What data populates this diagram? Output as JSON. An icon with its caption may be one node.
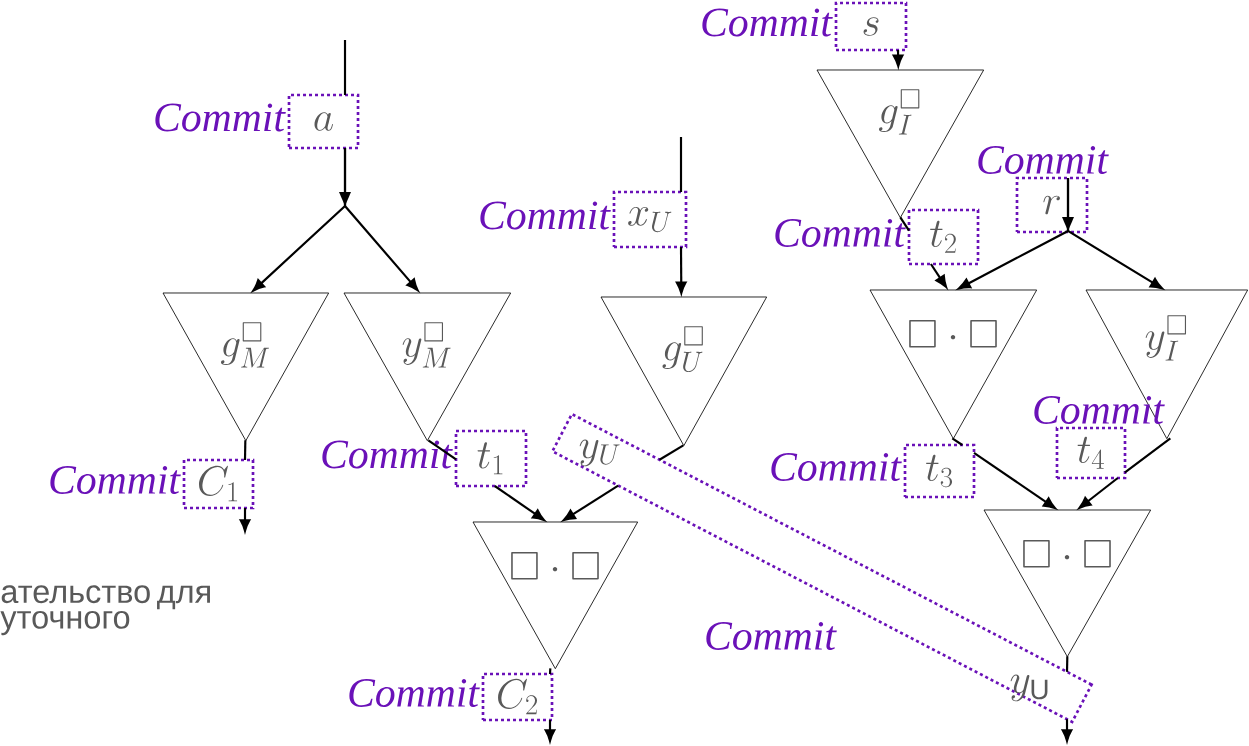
{
  "diagram": {
    "nodes": [
      {
        "text": [
          "a"
        ],
        "beside": [
          "Commit"
        ]
      },
      {
        "text": [
          "s"
        ],
        "beside": [
          "Commit"
        ]
      },
      {
        "text": [
          "g^{\\square}_{I}"
        ]
      },
      {
        "text": [
          "r"
        ],
        "beside": [
          "Commit"
        ]
      },
      {
        "text": [
          "x_{U}"
        ],
        "beside": [
          "Commit"
        ]
      },
      {
        "text": [
          "t_{2}"
        ],
        "beside": [
          "Commit"
        ]
      },
      {
        "text": [
          "g^{\\square}_{M}"
        ]
      },
      {
        "text": [
          "y^{\\square}_{M}"
        ]
      },
      {
        "text": [
          "g^{\\square}_{U}"
        ]
      },
      {
        "text": [
          "\\square\\cdot\\square"
        ]
      },
      {
        "text": [
          "y^{\\square}_{I}"
        ]
      },
      {
        "text": [
          "y_{U}",
          "y_{\\mathrm{U}}"
        ],
        "beside": [
          "Commit"
        ]
      },
      {
        "text": [
          "t_{1}"
        ],
        "beside": [
          "Commit"
        ]
      },
      {
        "text": [
          "t_{3}"
        ],
        "beside": [
          "Commit"
        ]
      },
      {
        "text": [
          "t_{4}"
        ],
        "beside": [
          "Commit"
        ]
      },
      {
        "text": [
          "C_{1}"
        ],
        "beside": [
          "Commit"
        ]
      },
      {
        "text": [
          "\\square\\cdot\\square"
        ]
      },
      {
        "text": [
          "\\square\\cdot\\square"
        ]
      },
      {
        "text": [
          "C_{2}"
        ],
        "beside": [
          "Commit"
        ]
      }
    ],
    "edges": [
      {
        "from": null,
        "to": 0,
        "arrow": "none"
      },
      {
        "from": 0,
        "to": 6,
        "arrow": "to"
      },
      {
        "from": 0,
        "to": 7,
        "arrow": "to"
      },
      {
        "from": null,
        "to": 4,
        "arrow": "none"
      },
      {
        "from": 4,
        "to": 8,
        "arrow": "to"
      },
      {
        "from": 1,
        "to": 2,
        "arrow": "to"
      },
      {
        "from": 3,
        "to": 9,
        "arrow": "to"
      },
      {
        "from": 3,
        "to": 10,
        "arrow": "to"
      },
      {
        "from": 2,
        "to": 5,
        "arrow": "none"
      },
      {
        "from": 5,
        "to": 9,
        "arrow": "to"
      },
      {
        "from": 7,
        "to": 12,
        "arrow": "none"
      },
      {
        "from": 12,
        "to": 16,
        "arrow": "to"
      },
      {
        "from": 8,
        "to": 11,
        "arrow": "none"
      },
      {
        "from": 11,
        "to": 16,
        "arrow": "to"
      },
      {
        "from": 9,
        "to": 13,
        "arrow": "none"
      },
      {
        "from": 13,
        "to": 17,
        "arrow": "to"
      },
      {
        "from": 10,
        "to": 14,
        "arrow": "none"
      },
      {
        "from": 14,
        "to": 17,
        "arrow": "to"
      },
      {
        "from": 6,
        "to": 15,
        "arrow": "none"
      },
      {
        "from": 15,
        "to": null,
        "arrow": "to"
      },
      {
        "from": 16,
        "to": 18,
        "arrow": "none"
      },
      {
        "from": 18,
        "to": null,
        "arrow": "to"
      },
      {
        "from": 17,
        "to": 11,
        "arrow": "none"
      },
      {
        "from": 11,
        "to": null,
        "arrow": "to"
      }
    ],
    "labels": [
      "ательство для уточного"
    ]
  }
}
